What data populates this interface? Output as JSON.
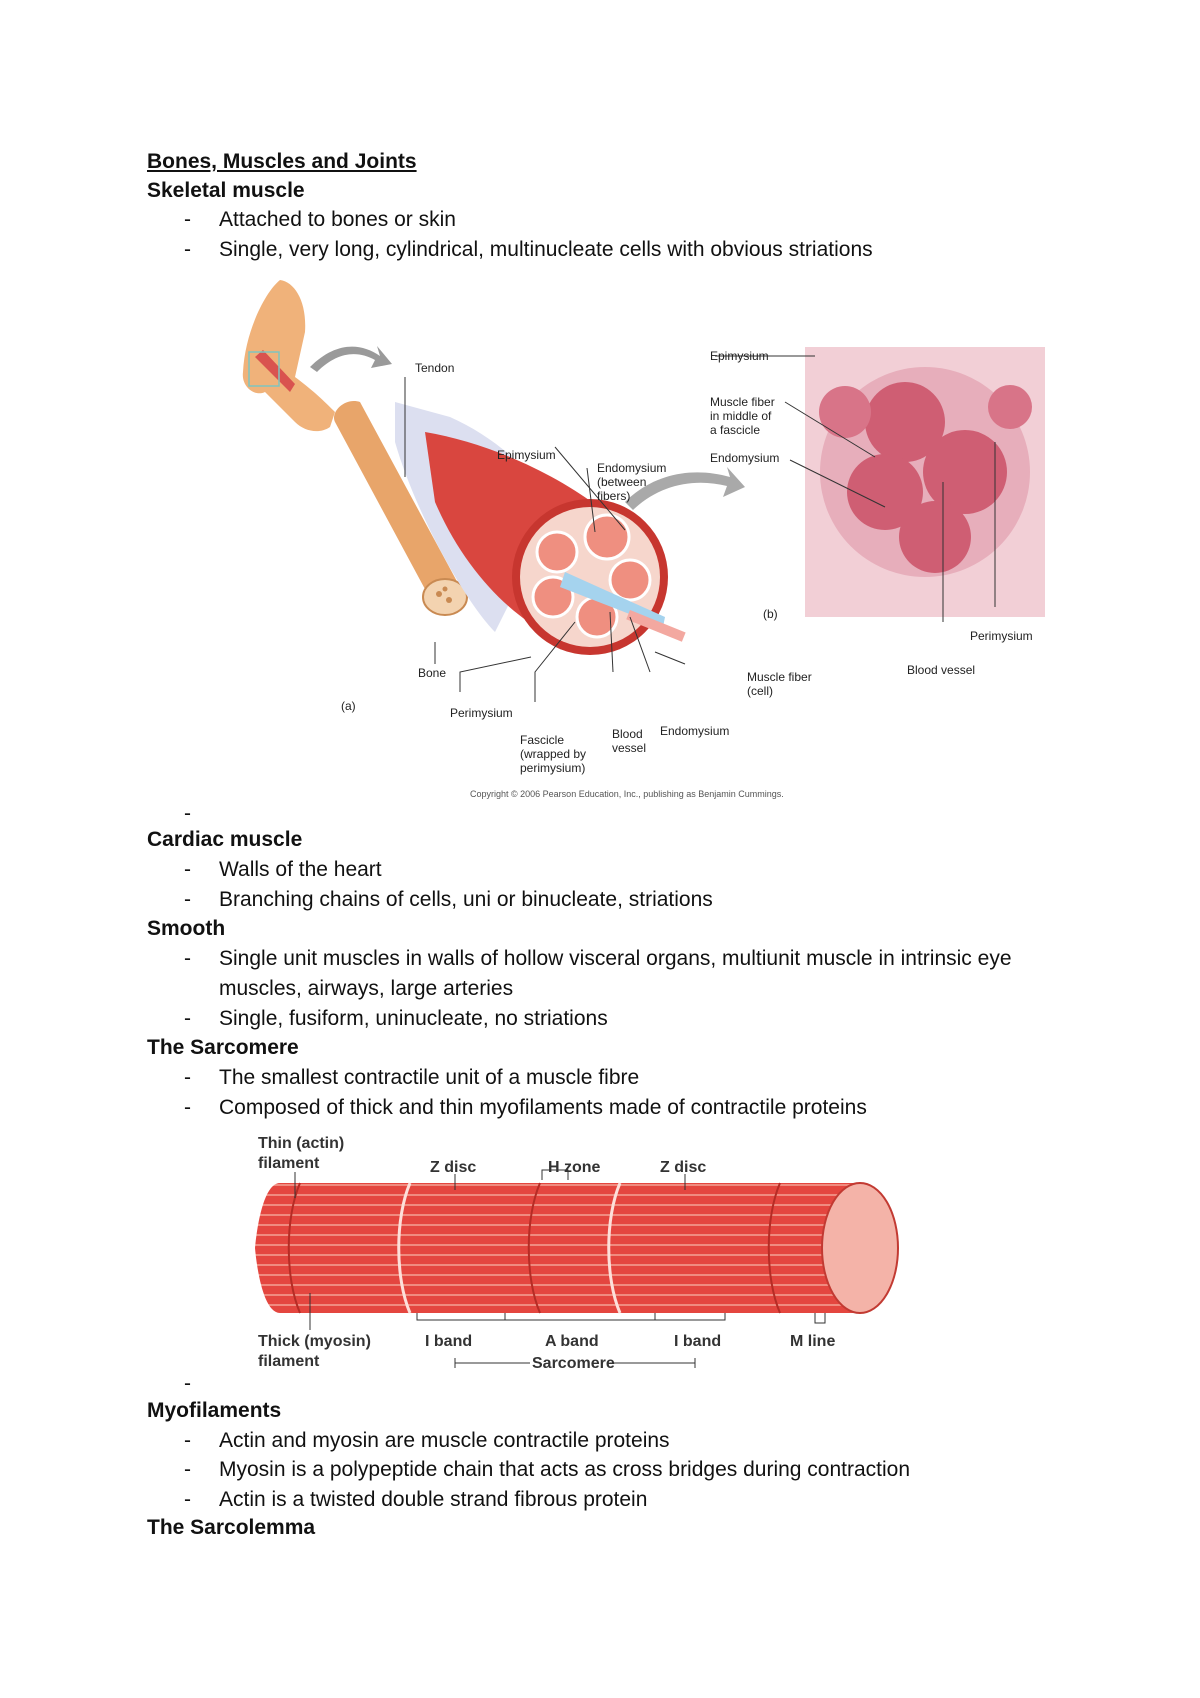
{
  "page_title": "Bones, Muscles and Joints",
  "skeletal": {
    "heading": "Skeletal muscle",
    "bullets": [
      "Attached to bones or skin",
      "Single, very long, cylindrical, multinucleate cells with obvious striations"
    ]
  },
  "figure1": {
    "labels": {
      "tendon": "Tendon",
      "epimysium": "Epimysium",
      "endomysium_between": "Endomysium",
      "endomysium_between_2": "(between",
      "endomysium_between_3": "fibers)",
      "bone": "Bone",
      "a": "(a)",
      "perimysium": "Perimysium",
      "fascicle_1": "Fascicle",
      "fascicle_2": "(wrapped by",
      "fascicle_3": "perimysium)",
      "blood_1": "Blood",
      "blood_2": "vessel",
      "endomysium": "Endomysium",
      "muscle_fiber_1": "Muscle fiber",
      "muscle_fiber_2": "(cell)",
      "b": "(b)",
      "epimysium_b": "Epimysium",
      "fiber_mid_1": "Muscle fiber",
      "fiber_mid_2": "in middle of",
      "fiber_mid_3": "a fascicle",
      "endomysium_b": "Endomysium",
      "perimysium_b": "Perimysium",
      "blood_vessel_b": "Blood vessel",
      "copyright": "Copyright © 2006 Pearson Education, Inc., publishing as Benjamin Cummings."
    }
  },
  "cardiac": {
    "heading": "Cardiac muscle",
    "bullets": [
      "Walls of the heart",
      "Branching chains of cells, uni or binucleate, striations"
    ]
  },
  "smooth": {
    "heading": "Smooth",
    "bullet1_line1": "Single unit muscles in walls of hollow visceral organs, multiunit muscle in intrinsic eye",
    "bullet1_line2": "muscles, airways, large arteries",
    "bullet2": "Single, fusiform, uninucleate, no striations"
  },
  "sarcomere": {
    "heading": "The Sarcomere",
    "bullets": [
      "The smallest contractile unit of a muscle fibre",
      "Composed of thick and thin myofilaments made of contractile proteins"
    ]
  },
  "figure2": {
    "labels": {
      "thin_1": "Thin (actin)",
      "thin_2": "filament",
      "zdisc_left": "Z disc",
      "hzone": "H zone",
      "zdisc_right": "Z disc",
      "thick_1": "Thick (myosin)",
      "thick_2": "filament",
      "iband_left": "I band",
      "aband": "A band",
      "iband_right": "I band",
      "mline": "M line",
      "sarcomere": "Sarcomere"
    }
  },
  "myofilaments": {
    "heading": "Myofilaments",
    "bullets": [
      "Actin and myosin are muscle contractile proteins",
      "Myosin is a polypeptide chain that acts as cross bridges during contraction",
      "Actin is a twisted double strand fibrous protein"
    ]
  },
  "sarcolemma": {
    "heading": "The Sarcolemma"
  },
  "dash": "-"
}
